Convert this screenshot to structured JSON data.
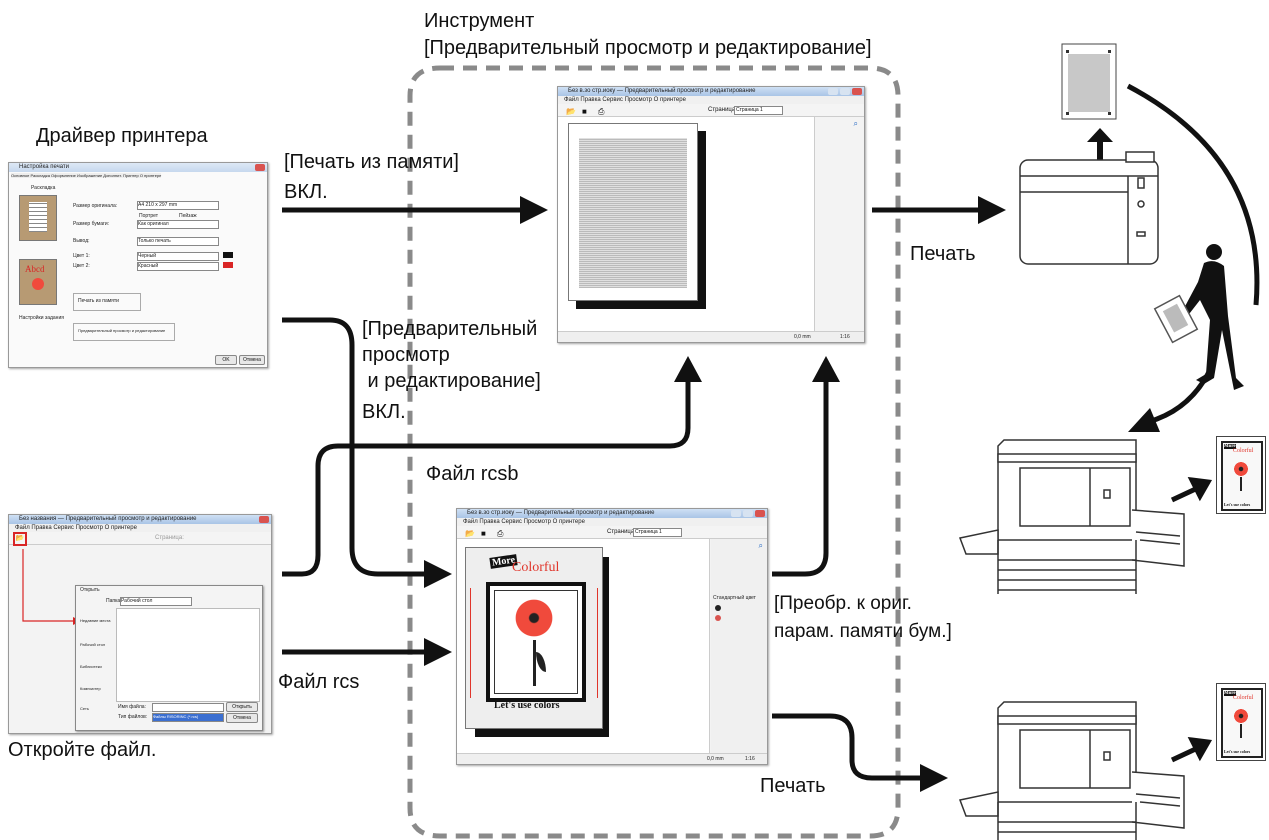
{
  "labels": {
    "tool_heading": "Инструмент",
    "tool_heading_sub": "[Предварительный просмотр и редактирование]",
    "printer_driver": "Драйвер принтера",
    "print_from_memory": "[Печать из памяти]",
    "print_from_memory_on": "ВКЛ.",
    "preview_edit_option": "[Предварительный\nпросмотр\n и редактирование]",
    "preview_edit_option_on": "ВКЛ.",
    "file_rcsb": "Файл rcsb",
    "file_rcs": "Файл rcs",
    "open_file": "Откройте файл.",
    "print_1": "Печать",
    "print_2": "Печать",
    "convert_paper": "[Преобр. к ориг.\nпарам. памяти бум.]"
  },
  "top_window": {
    "title": "Без в.зо стр.иоку — Предварительный просмотр и редактирование",
    "menu": "Файл   Правка   Сервис   Просмотр   О принтере",
    "page_label": "Страница:",
    "page_value": "Страница 1",
    "status_size": "0,0 mm",
    "status_zoom": "1:16"
  },
  "bottom_window": {
    "title": "Без в.зо стр.иоку — Предварительный просмотр и редактирование",
    "menu": "Файл   Правка   Сервис   Просмотр   О принтере",
    "page_label": "Страница:",
    "page_value": "Страница 1",
    "panel_label": "Стандартный цвет",
    "artwork_more": "More",
    "artwork_colorful": "Colorful",
    "artwork_caption": "Let's use colors",
    "status_size": "0,0 mm",
    "status_zoom": "1:16"
  },
  "driver_window": {
    "title": "Настройка печати",
    "tabs": "Основное  Раскладка  Оформление  Изображение  Дополнит.  Принтер  О принтере",
    "layout_label": "Раскладка",
    "orig_size_label": "Размер оригинала:",
    "orig_size_value": "A4 210 x 297 mm",
    "orientation_portrait": "Портрет",
    "orientation_landscape": "Пейзаж",
    "paper_size_label": "Размер бумаги:",
    "paper_size_value": "Как оригинал",
    "output_label": "Вывод:",
    "output_value": "Только печать",
    "color1_label": "Цвет 1:",
    "color1_value": "Черный",
    "color2_label": "Цвет 2:",
    "color2_value": "Красный",
    "print_memory_check": "Печать из памяти",
    "preview_check": "Предварительный просмотр и редактирование",
    "job_settings": "Настройки задания",
    "ok": "OK",
    "cancel": "Отмена",
    "preview_thumb_text": "Abcd"
  },
  "open_window": {
    "title": "Без названия — Предварительный просмотр и редактирование",
    "menu": "Файл   Правка   Сервис   Просмотр   О принтере",
    "page_label": "Страница:",
    "dialog_title": "Открыть",
    "folder_label": "Папка:",
    "folder_value": "Рабочий стол",
    "places": [
      "Недавние места",
      "Рабочий стол",
      "Библиотеки",
      "Компьютер",
      "Сеть"
    ],
    "filename_label": "Имя файла:",
    "filetype_label": "Тип файлов:",
    "filetype_value": "Файлы RISORINC (*.rcs)",
    "open_button": "Открыть",
    "cancel_button": "Отмена"
  },
  "right_outputs": {
    "sheet_more": "More",
    "sheet_colorful": "Colorful",
    "sheet_caption": "Let's use colors"
  },
  "colors": {
    "arrow": "#111111",
    "dashed_border": "#8a8a8a",
    "highlight": "#d92525",
    "flower": "#f04a3c"
  }
}
